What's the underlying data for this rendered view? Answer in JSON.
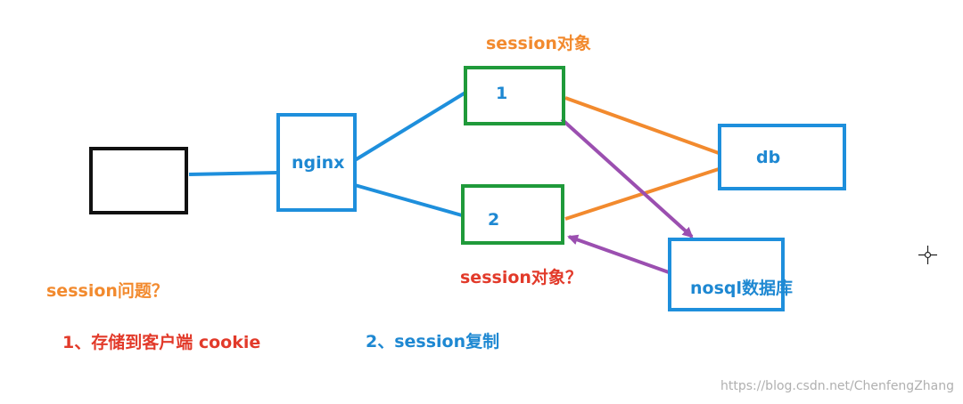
{
  "diagram": {
    "colors": {
      "black": "#111111",
      "blue": "#1e8fdc",
      "green": "#1f9a3a",
      "orange": "#f28a2e",
      "purple": "#9b4fb0",
      "red": "#e23a2a",
      "label_blue": "#1e88d2",
      "watermark": "#b0b0b0"
    },
    "nodes": {
      "nginx": "nginx",
      "server1": "1",
      "server2": "2",
      "db": "db",
      "nosql": "nosql数据库"
    },
    "labels": {
      "session_object_top": "session对象",
      "session_object_bottom": "session对象？",
      "session_problem": "session问题？",
      "solution1": "1、存储到客户端 cookie",
      "solution2": "2、session复制"
    },
    "watermark": "https://blog.csdn.net/ChenfengZhang"
  }
}
